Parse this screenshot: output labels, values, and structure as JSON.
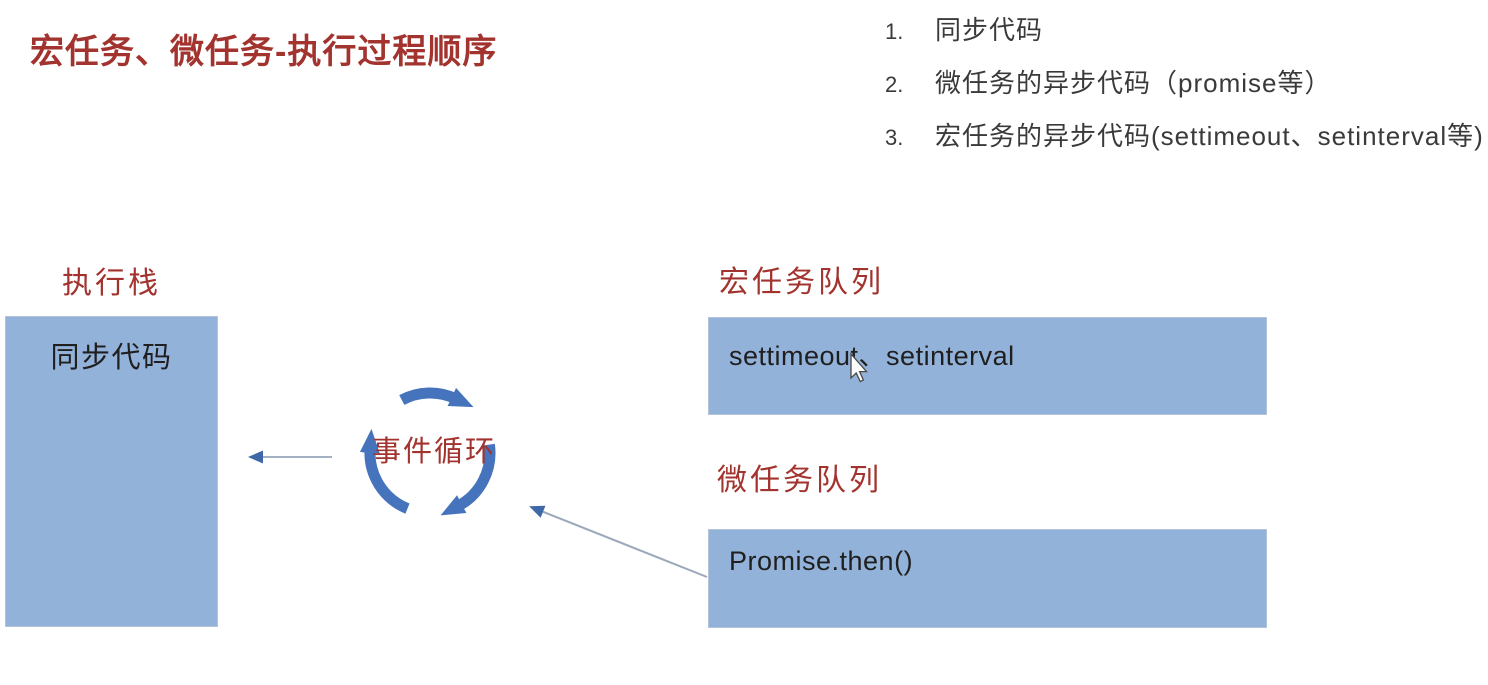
{
  "page": {
    "title": "宏任务、微任务-执行过程顺序"
  },
  "execution_order_list": {
    "items": [
      {
        "number": "1.",
        "text": "同步代码"
      },
      {
        "number": "2.",
        "text": "微任务的异步代码（promise等）"
      },
      {
        "number": "3.",
        "text": "宏任务的异步代码(settimeout、setinterval等)"
      }
    ]
  },
  "execution_stack": {
    "label": "执行栈",
    "content": "同步代码"
  },
  "event_loop": {
    "label": "事件循环"
  },
  "macro_queue": {
    "label": "宏任务队列",
    "content": "settimeout、setinterval"
  },
  "micro_queue": {
    "label": "微任务队列",
    "content": "Promise.then()"
  },
  "icons": {
    "event_loop_cycle": "circular-arrows-clockwise",
    "mouse_cursor": "arrow-pointer"
  },
  "colors": {
    "heading_red": "#a2332e",
    "box_fill": "#93b2d9",
    "loop_arrow_blue": "#4574bd",
    "thin_arrow_head_blue": "#3e68a6",
    "thin_arrow_line_gray": "#a4b1c2",
    "body_text": "#3a3a3a",
    "box_text": "#1f1f1f"
  }
}
